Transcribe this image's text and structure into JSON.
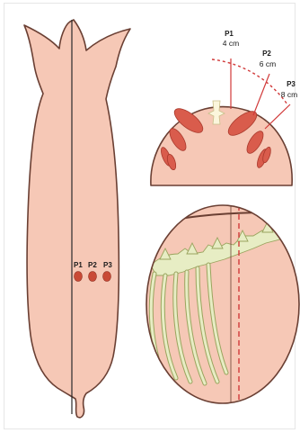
{
  "carcass_points": [
    {
      "id": "P1",
      "label": "P1"
    },
    {
      "id": "P2",
      "label": "P2"
    },
    {
      "id": "P3",
      "label": "P3"
    }
  ],
  "cross_section_points": [
    {
      "id": "P1",
      "label": "P1",
      "depth": "4 cm"
    },
    {
      "id": "P2",
      "label": "P2",
      "depth": "6 cm"
    },
    {
      "id": "P3",
      "label": "P3",
      "depth": "8 cm"
    }
  ],
  "colors": {
    "skin": "#f6c8b6",
    "outline": "#6a3f33",
    "muscle": "#d95c4c",
    "point": "#c94a36",
    "guide_red": "#d13a3a",
    "bone": "#e7edc4",
    "bone_outline": "#9aa45e"
  }
}
